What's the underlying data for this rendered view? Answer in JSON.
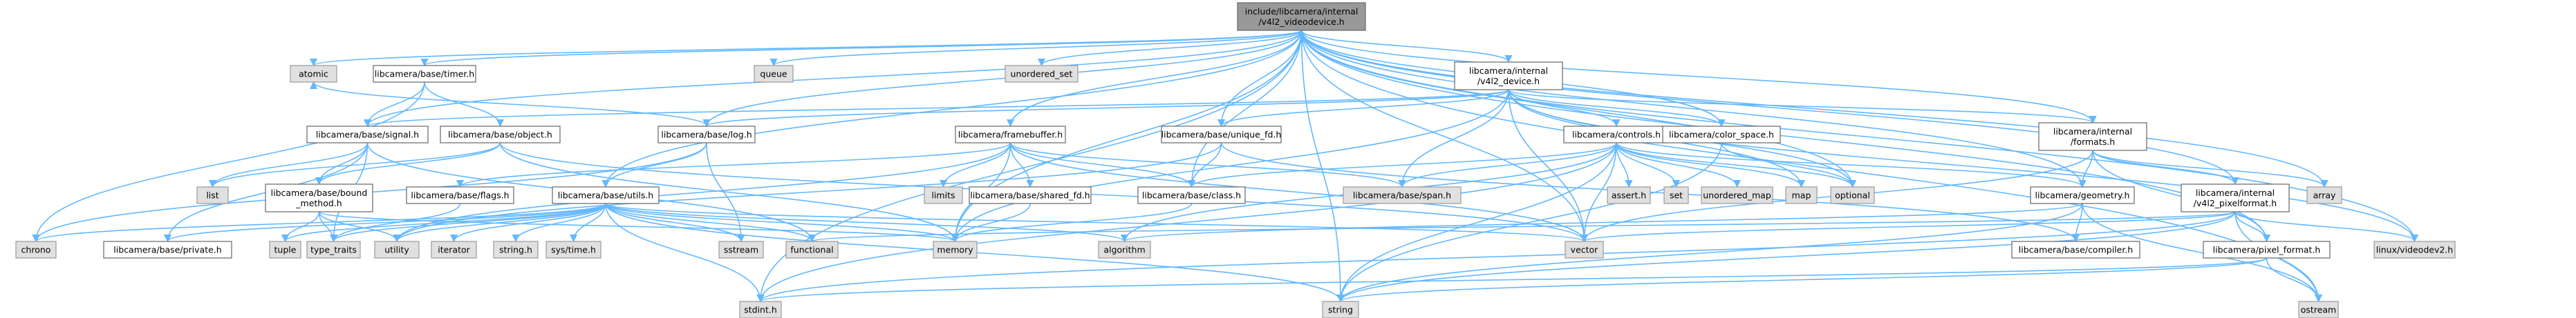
{
  "title": "include/libcamera/internal/v4l2_videodevice.h",
  "colors": {
    "root_fill": "#999999",
    "local_fill": "#ffffff",
    "system_fill": "#e0e0e0",
    "border": "#666666",
    "system_border": "#999999",
    "edge": "#63b8ff"
  },
  "nodes": {
    "root": {
      "lines": [
        "include/libcamera/internal",
        "/v4l2_videodevice.h"
      ],
      "kind": "root"
    },
    "atomic": {
      "lines": [
        "atomic"
      ],
      "kind": "system"
    },
    "timer": {
      "lines": [
        "libcamera/base/timer.h"
      ],
      "kind": "local"
    },
    "queue": {
      "lines": [
        "queue"
      ],
      "kind": "system"
    },
    "unordered_set": {
      "lines": [
        "unordered_set"
      ],
      "kind": "system"
    },
    "v4l2_device": {
      "lines": [
        "libcamera/internal",
        "/v4l2_device.h"
      ],
      "kind": "local"
    },
    "signal": {
      "lines": [
        "libcamera/base/signal.h"
      ],
      "kind": "local"
    },
    "object": {
      "lines": [
        "libcamera/base/object.h"
      ],
      "kind": "local"
    },
    "log": {
      "lines": [
        "libcamera/base/log.h"
      ],
      "kind": "local"
    },
    "framebuffer": {
      "lines": [
        "libcamera/framebuffer.h"
      ],
      "kind": "local"
    },
    "unique_fd": {
      "lines": [
        "libcamera/base/unique_fd.h"
      ],
      "kind": "local"
    },
    "controls": {
      "lines": [
        "libcamera/controls.h"
      ],
      "kind": "local"
    },
    "color_space": {
      "lines": [
        "libcamera/color_space.h"
      ],
      "kind": "local"
    },
    "formats": {
      "lines": [
        "libcamera/internal",
        "/formats.h"
      ],
      "kind": "local"
    },
    "list": {
      "lines": [
        "list"
      ],
      "kind": "system"
    },
    "bound_method": {
      "lines": [
        "libcamera/base/bound",
        "_method.h"
      ],
      "kind": "local"
    },
    "limits": {
      "lines": [
        "limits"
      ],
      "kind": "system"
    },
    "flags": {
      "lines": [
        "libcamera/base/flags.h"
      ],
      "kind": "local"
    },
    "utils": {
      "lines": [
        "libcamera/base/utils.h"
      ],
      "kind": "local"
    },
    "shared_fd": {
      "lines": [
        "libcamera/base/shared_fd.h"
      ],
      "kind": "local"
    },
    "class": {
      "lines": [
        "libcamera/base/class.h"
      ],
      "kind": "local"
    },
    "span": {
      "lines": [
        "libcamera/base/span.h"
      ],
      "kind": "system"
    },
    "assert": {
      "lines": [
        "assert.h"
      ],
      "kind": "system"
    },
    "set": {
      "lines": [
        "set"
      ],
      "kind": "system"
    },
    "unordered_map": {
      "lines": [
        "unordered_map"
      ],
      "kind": "system"
    },
    "map": {
      "lines": [
        "map"
      ],
      "kind": "system"
    },
    "optional": {
      "lines": [
        "optional"
      ],
      "kind": "system"
    },
    "geometry": {
      "lines": [
        "libcamera/geometry.h"
      ],
      "kind": "local"
    },
    "v4l2_pixelformat": {
      "lines": [
        "libcamera/internal",
        "/v4l2_pixelformat.h"
      ],
      "kind": "local"
    },
    "array": {
      "lines": [
        "array"
      ],
      "kind": "system"
    },
    "chrono": {
      "lines": [
        "chrono"
      ],
      "kind": "system"
    },
    "private": {
      "lines": [
        "libcamera/base/private.h"
      ],
      "kind": "local"
    },
    "tuple": {
      "lines": [
        "tuple"
      ],
      "kind": "system"
    },
    "type_traits": {
      "lines": [
        "type_traits"
      ],
      "kind": "system"
    },
    "utility": {
      "lines": [
        "utility"
      ],
      "kind": "system"
    },
    "iterator": {
      "lines": [
        "iterator"
      ],
      "kind": "system"
    },
    "string_h": {
      "lines": [
        "string.h"
      ],
      "kind": "system"
    },
    "sys_time": {
      "lines": [
        "sys/time.h"
      ],
      "kind": "system"
    },
    "sstream": {
      "lines": [
        "sstream"
      ],
      "kind": "system"
    },
    "functional": {
      "lines": [
        "functional"
      ],
      "kind": "system"
    },
    "memory": {
      "lines": [
        "memory"
      ],
      "kind": "system"
    },
    "algorithm": {
      "lines": [
        "algorithm"
      ],
      "kind": "system"
    },
    "vector": {
      "lines": [
        "vector"
      ],
      "kind": "system"
    },
    "compiler": {
      "lines": [
        "libcamera/base/compiler.h"
      ],
      "kind": "local"
    },
    "linux_videodev2": {
      "lines": [
        "linux/videodev2.h"
      ],
      "kind": "system"
    },
    "pixel_format": {
      "lines": [
        "libcamera/pixel_format.h"
      ],
      "kind": "local"
    },
    "stdint": {
      "lines": [
        "stdint.h"
      ],
      "kind": "system"
    },
    "string": {
      "lines": [
        "string"
      ],
      "kind": "system"
    },
    "ostream": {
      "lines": [
        "ostream"
      ],
      "kind": "system"
    }
  },
  "edges": [
    [
      "root",
      "atomic"
    ],
    [
      "root",
      "timer"
    ],
    [
      "root",
      "queue"
    ],
    [
      "root",
      "unordered_set"
    ],
    [
      "root",
      "v4l2_device"
    ],
    [
      "root",
      "signal"
    ],
    [
      "root",
      "log"
    ],
    [
      "root",
      "framebuffer"
    ],
    [
      "root",
      "unique_fd"
    ],
    [
      "root",
      "class"
    ],
    [
      "root",
      "color_space"
    ],
    [
      "root",
      "formats"
    ],
    [
      "root",
      "geometry"
    ],
    [
      "root",
      "v4l2_pixelformat"
    ],
    [
      "root",
      "array"
    ],
    [
      "root",
      "optional"
    ],
    [
      "root",
      "memory"
    ],
    [
      "root",
      "vector"
    ],
    [
      "root",
      "utils"
    ],
    [
      "root",
      "linux_videodev2"
    ],
    [
      "root",
      "ostream"
    ],
    [
      "root",
      "stdint"
    ],
    [
      "root",
      "string"
    ],
    [
      "root",
      "pixel_format"
    ],
    [
      "timer",
      "chrono"
    ],
    [
      "timer",
      "signal"
    ],
    [
      "timer",
      "object"
    ],
    [
      "signal",
      "list"
    ],
    [
      "signal",
      "bound_method"
    ],
    [
      "signal",
      "private"
    ],
    [
      "signal",
      "functional"
    ],
    [
      "signal",
      "type_traits"
    ],
    [
      "object",
      "list"
    ],
    [
      "object",
      "memory"
    ],
    [
      "object",
      "vector"
    ],
    [
      "object",
      "bound_method"
    ],
    [
      "bound_method",
      "memory"
    ],
    [
      "bound_method",
      "tuple"
    ],
    [
      "bound_method",
      "type_traits"
    ],
    [
      "bound_method",
      "utility"
    ],
    [
      "v4l2_device",
      "signal"
    ],
    [
      "v4l2_device",
      "log"
    ],
    [
      "v4l2_device",
      "unique_fd"
    ],
    [
      "v4l2_device",
      "controls"
    ],
    [
      "v4l2_device",
      "color_space"
    ],
    [
      "v4l2_device",
      "formats"
    ],
    [
      "v4l2_device",
      "span"
    ],
    [
      "v4l2_device",
      "map"
    ],
    [
      "v4l2_device",
      "optional"
    ],
    [
      "v4l2_device",
      "vector"
    ],
    [
      "v4l2_device",
      "memory"
    ],
    [
      "v4l2_device",
      "linux_videodev2"
    ],
    [
      "log",
      "utils"
    ],
    [
      "log",
      "sstream"
    ],
    [
      "log",
      "chrono"
    ],
    [
      "log",
      "atomic"
    ],
    [
      "utils",
      "chrono"
    ],
    [
      "utils",
      "private"
    ],
    [
      "utils",
      "tuple"
    ],
    [
      "utils",
      "type_traits"
    ],
    [
      "utils",
      "utility"
    ],
    [
      "utils",
      "iterator"
    ],
    [
      "utils",
      "string_h"
    ],
    [
      "utils",
      "sys_time"
    ],
    [
      "utils",
      "sstream"
    ],
    [
      "utils",
      "functional"
    ],
    [
      "utils",
      "memory"
    ],
    [
      "utils",
      "algorithm"
    ],
    [
      "utils",
      "vector"
    ],
    [
      "utils",
      "stdint"
    ],
    [
      "utils",
      "string"
    ],
    [
      "flags",
      "type_traits"
    ],
    [
      "framebuffer",
      "limits"
    ],
    [
      "framebuffer",
      "shared_fd"
    ],
    [
      "framebuffer",
      "class"
    ],
    [
      "framebuffer",
      "span"
    ],
    [
      "framebuffer",
      "memory"
    ],
    [
      "framebuffer",
      "vector"
    ],
    [
      "framebuffer",
      "utility"
    ],
    [
      "framebuffer",
      "flags"
    ],
    [
      "shared_fd",
      "memory"
    ],
    [
      "unique_fd",
      "class"
    ],
    [
      "unique_fd",
      "utility"
    ],
    [
      "unique_fd",
      "compiler"
    ],
    [
      "class",
      "memory"
    ],
    [
      "controls",
      "assert"
    ],
    [
      "controls",
      "set"
    ],
    [
      "controls",
      "unordered_map"
    ],
    [
      "controls",
      "map"
    ],
    [
      "controls",
      "optional"
    ],
    [
      "controls",
      "geometry"
    ],
    [
      "controls",
      "span"
    ],
    [
      "controls",
      "class"
    ],
    [
      "controls",
      "vector"
    ],
    [
      "controls",
      "stdint"
    ],
    [
      "controls",
      "string"
    ],
    [
      "controls",
      "algorithm"
    ],
    [
      "color_space",
      "optional"
    ],
    [
      "color_space",
      "string"
    ],
    [
      "formats",
      "array"
    ],
    [
      "formats",
      "geometry"
    ],
    [
      "formats",
      "v4l2_pixelformat"
    ],
    [
      "formats",
      "pixel_format"
    ],
    [
      "formats",
      "vector"
    ],
    [
      "geometry",
      "algorithm"
    ],
    [
      "geometry",
      "string"
    ],
    [
      "geometry",
      "ostream"
    ],
    [
      "geometry",
      "compiler"
    ],
    [
      "v4l2_pixelformat",
      "functional"
    ],
    [
      "v4l2_pixelformat",
      "linux_videodev2"
    ],
    [
      "v4l2_pixelformat",
      "pixel_format"
    ],
    [
      "v4l2_pixelformat",
      "ostream"
    ],
    [
      "v4l2_pixelformat",
      "string"
    ],
    [
      "v4l2_pixelformat",
      "stdint"
    ],
    [
      "v4l2_pixelformat",
      "vector"
    ],
    [
      "pixel_format",
      "ostream"
    ],
    [
      "pixel_format",
      "stdint"
    ],
    [
      "pixel_format",
      "string"
    ]
  ]
}
